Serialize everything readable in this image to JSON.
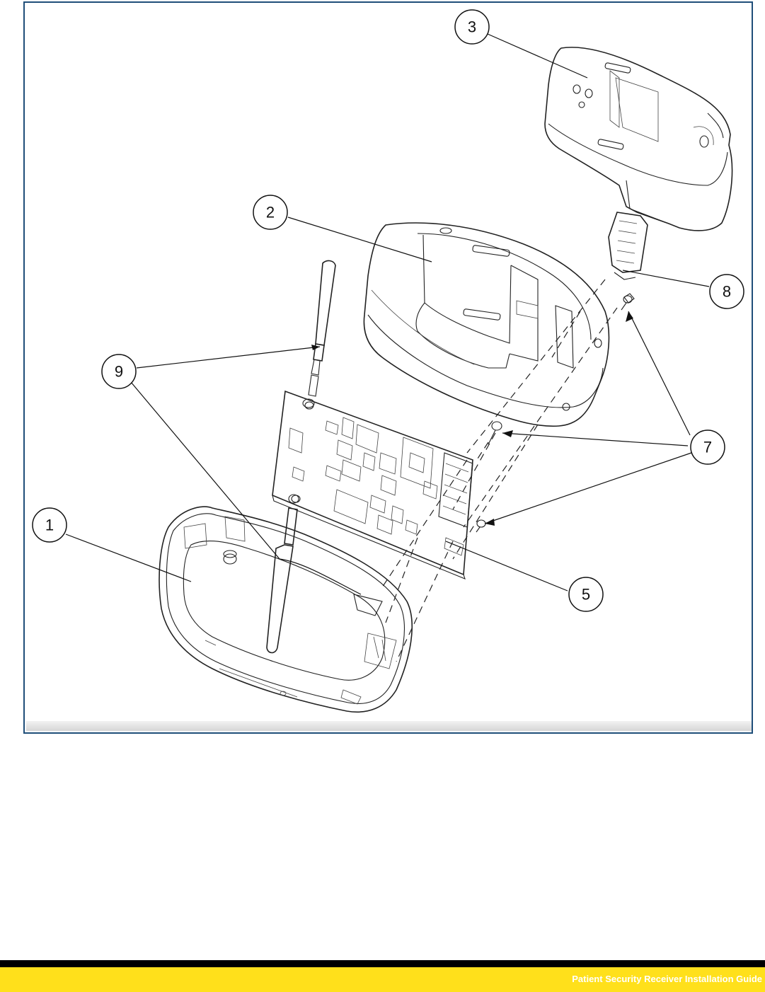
{
  "diagram": {
    "callouts": [
      {
        "id": "c3",
        "label": "3"
      },
      {
        "id": "c2",
        "label": "2"
      },
      {
        "id": "c8",
        "label": "8"
      },
      {
        "id": "c9",
        "label": "9"
      },
      {
        "id": "c7",
        "label": "7"
      },
      {
        "id": "c1",
        "label": "1"
      },
      {
        "id": "c5",
        "label": "5"
      }
    ]
  },
  "footer": {
    "title": "Patient Security Receiver Installation Guide",
    "bar_color": "#ffe01b"
  }
}
